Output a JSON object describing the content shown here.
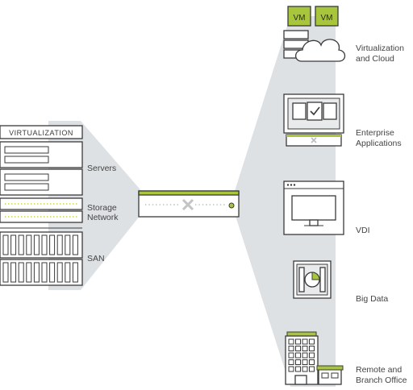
{
  "left_stack": {
    "header": "VIRTUALIZATION",
    "labels": [
      "Servers",
      "Storage",
      "Network",
      "SAN"
    ]
  },
  "right_items": [
    {
      "line1": "Virtualization",
      "line2": "and Cloud",
      "icon": "vm-cloud-icon",
      "badges": [
        "VM",
        "VM"
      ]
    },
    {
      "line1": "Enterprise",
      "line2": "Applications",
      "icon": "enterprise-apps-icon"
    },
    {
      "line1": "VDI",
      "line2": "",
      "icon": "vdi-monitor-icon"
    },
    {
      "line1": "Big Data",
      "line2": "",
      "icon": "big-data-icon"
    },
    {
      "line1": "Remote and",
      "line2": "Branch Office",
      "icon": "remote-office-icon"
    }
  ],
  "colors": {
    "accent": "#a8c63c",
    "fan": "#d9dde1",
    "stroke": "#3a3a3a",
    "text": "#444444"
  }
}
